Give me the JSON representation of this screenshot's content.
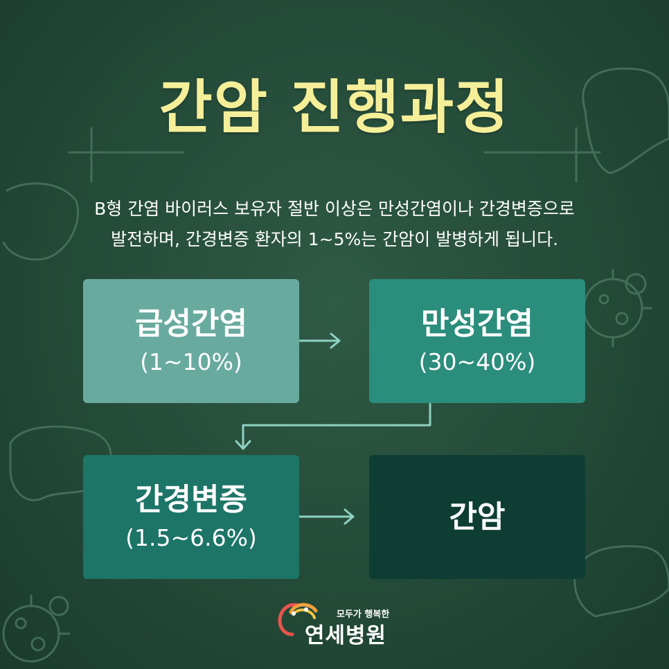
{
  "title": "간암 진행과정",
  "description": [
    "B형 간염 바이러스 보유자 절반 이상은 만성간염이나 간경변증으로",
    "발전하며, 간경변증 환자의 1~5%는 간암이 발병하게 됩니다."
  ],
  "stages": [
    {
      "name": "급성간염",
      "rate": "(1~10%)",
      "color": "#69aa9f"
    },
    {
      "name": "만성간염",
      "rate": "(30~40%)",
      "color": "#2b8d7c"
    },
    {
      "name": "간경변증",
      "rate": "(1.5~6.6%)",
      "color": "#1d7567"
    },
    {
      "name": "간암",
      "color": "#0e3e33"
    }
  ],
  "logo": {
    "tagline": "모두가 행복한",
    "name": "연세병원"
  },
  "colors": {
    "background": "#244a38",
    "title": "#f6ef9a",
    "arrow": "#8fd2c4"
  }
}
